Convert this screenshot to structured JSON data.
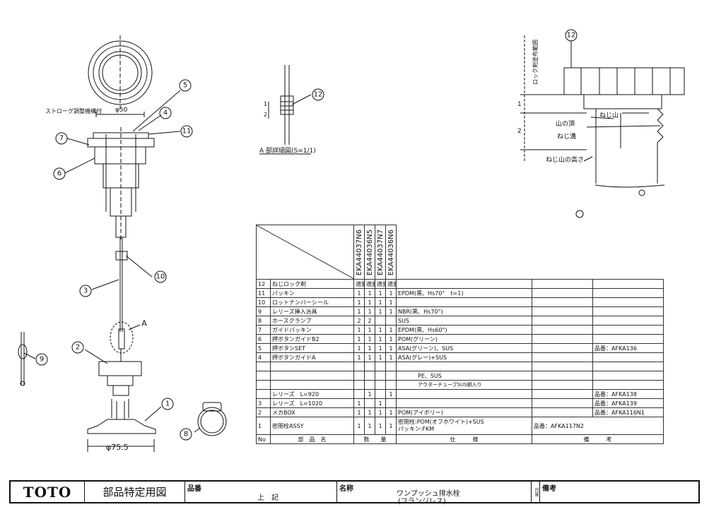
{
  "callouts": [
    "1",
    "2",
    "3",
    "4",
    "5",
    "6",
    "7",
    "8",
    "9",
    "10",
    "11",
    "12",
    "A"
  ],
  "labels": {
    "stroke_adjust": "ストローグ調整機構付",
    "dia50": "φ50",
    "dia75": "φ75.5",
    "detail_a": "A 部詳細図(S=1/1)",
    "dim_1": "1",
    "dim_2": "2",
    "lock_range": "ロック剤塗布範囲",
    "thread_peak": "ねじ山",
    "thread_top": "山の頂",
    "thread_groove": "ねじ溝",
    "thread_height": "ねじ山の高さ"
  },
  "table": {
    "models": [
      "EKA44037N6",
      "EKA44036N5",
      "EKA44037N7",
      "EKA44036N6"
    ],
    "header": {
      "no": "No",
      "name": "部　品　名",
      "qty": "数　　量",
      "spec": "仕　　　様",
      "remark": "備　　　考"
    },
    "qty_sub": [
      "適量",
      "適量",
      "適量",
      "適量"
    ],
    "rows": [
      {
        "no": "12",
        "name": "ねじロック剤",
        "q": [
          "",
          "",
          "",
          ""
        ],
        "spec": "",
        "remark": ""
      },
      {
        "no": "11",
        "name": "パッキン",
        "q": [
          "1",
          "1",
          "1",
          "1"
        ],
        "spec": "EPDM(黒、Hs70°　t=1)",
        "remark": ""
      },
      {
        "no": "10",
        "name": "ロットナンバーシール",
        "q": [
          "1",
          "1",
          "1",
          "1"
        ],
        "spec": "",
        "remark": ""
      },
      {
        "no": "9",
        "name": "レリーズ挿入治具",
        "q": [
          "1",
          "1",
          "1",
          "1"
        ],
        "spec": "NBR(黒、Hs70°)",
        "remark": ""
      },
      {
        "no": "8",
        "name": "ホースクランプ",
        "q": [
          "2",
          "2",
          "",
          ""
        ],
        "spec": "SUS",
        "remark": ""
      },
      {
        "no": "7",
        "name": "ガイドパッキン",
        "q": [
          "1",
          "1",
          "1",
          "1"
        ],
        "spec": "EPDM(黒、Hs60°)",
        "remark": ""
      },
      {
        "no": "6",
        "name": "押ボタンガイドB2",
        "q": [
          "1",
          "1",
          "1",
          "1"
        ],
        "spec": "POM(グリーン)",
        "remark": ""
      },
      {
        "no": "5",
        "name": "押ボタンSET",
        "q": [
          "1",
          "1",
          "1",
          "1"
        ],
        "spec": "ASA(グリーン)、SUS",
        "remark": "品番：AFKA136"
      },
      {
        "no": "4",
        "name": "押ボタンガイドA",
        "q": [
          "1",
          "1",
          "1",
          "1"
        ],
        "spec": "ASA(グレー)+SUS",
        "remark": ""
      }
    ],
    "release_spec": [
      "PE、SUS",
      "アウターチューブSUS網入り"
    ],
    "release_rows": [
      {
        "no": "",
        "name": "レリーズ　L=920",
        "q": [
          "",
          "1",
          "",
          "1"
        ],
        "remark": "品番：AFKA138"
      },
      {
        "no": "3",
        "name": "レリーズ　L=1020",
        "q": [
          "1",
          "",
          "1",
          ""
        ],
        "remark": "品番：AFKA139"
      }
    ],
    "rows2": [
      {
        "no": "2",
        "name": "メカBOX",
        "q": [
          "1",
          "1",
          "1",
          "1"
        ],
        "spec": "POM(アイボリー)",
        "remark": "品番：AFKA116N1"
      }
    ],
    "row1": {
      "no": "1",
      "name": "密閉栓ASSY",
      "q": [
        "1",
        "1",
        "1",
        "1"
      ],
      "spec": [
        "密閉栓:POM(オフホワイト)+SUS",
        "パッキン:FKM"
      ],
      "remark": "品番：AFKA117N2"
    }
  },
  "title_block": {
    "logo": "TOTO",
    "doc_type": "部品特定用図",
    "part_no_label": "品番",
    "part_no_value": "上　記",
    "name_label": "名称",
    "name_value": "ワンプッシュ排水栓",
    "name_sub": "(フランジレス)",
    "scale_label": "尺度",
    "notes_label": "備考"
  }
}
